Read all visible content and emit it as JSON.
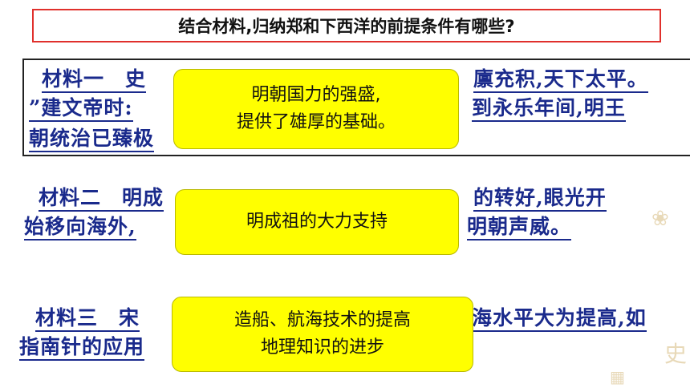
{
  "question": "结合材料,归纳郑和下西洋的前提条件有哪些?",
  "material1": {
    "line1": "材料一　史",
    "line1_end": "廪充积,天下太平。",
    "line2_start": "”建文帝时:",
    "line2_end": "到永乐年间,明王",
    "line3": "朝统治已臻极"
  },
  "material2": {
    "line1_start": "材料二　明成",
    "line1_end": "的转好,眼光开",
    "line2_start": "始移向海外,",
    "line2_end": "明朝声威。"
  },
  "material3": {
    "line1_start": "材料三　宋",
    "line1_end": "海水平大为提高,如",
    "line2_start": "指南针的应用"
  },
  "callouts": {
    "c1_line1": "明朝国力的强盛,",
    "c1_line2": "提供了雄厚的基础。",
    "c2_line1": "明成祖的大力支持",
    "c3_line1": "造船、航海技术的提高",
    "c3_line2": "地理知识的进步"
  },
  "colors": {
    "text": "#1a2a8c",
    "callout": "#ffff00",
    "title_border": "#e0302c"
  }
}
